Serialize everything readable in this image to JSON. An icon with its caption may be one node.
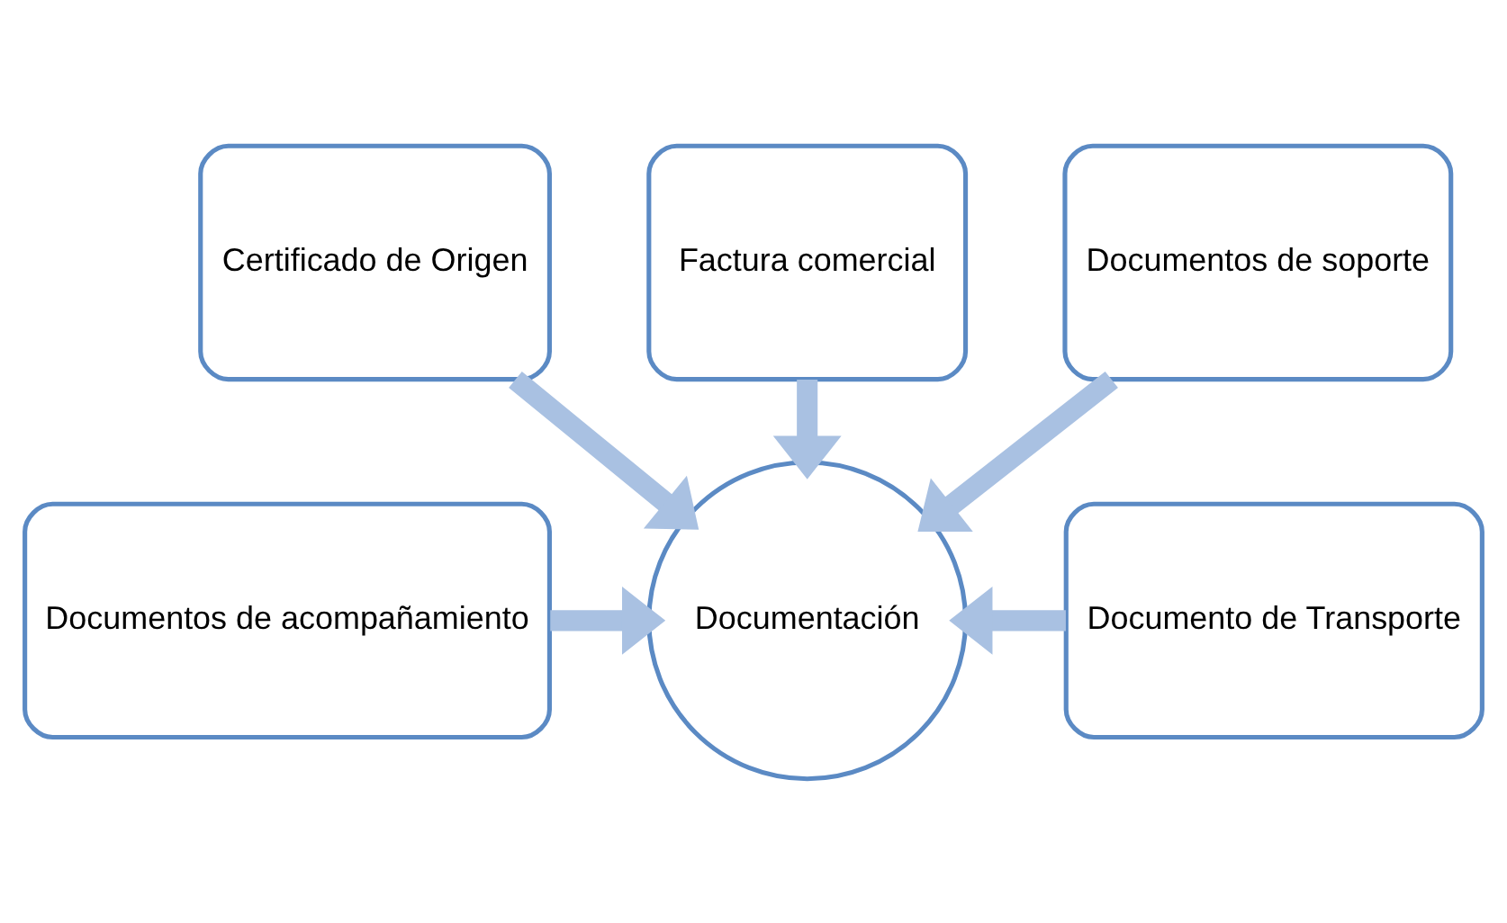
{
  "diagram": {
    "nodes": [
      {
        "text": [
          "Factura comercial"
        ]
      },
      {
        "text": [
          "Certificado de Origen"
        ]
      },
      {
        "text": [
          "Documentos de soporte"
        ]
      },
      {
        "text": [
          "Documentos de acompañamiento"
        ]
      },
      {
        "text": [
          "Documentación"
        ]
      },
      {
        "text": [
          "Documento de Transporte"
        ]
      }
    ],
    "edges": [
      {
        "from": 0,
        "to": 4,
        "arrow": "to"
      },
      {
        "from": 1,
        "to": 4,
        "arrow": "to"
      },
      {
        "from": 2,
        "to": 4,
        "arrow": "to"
      },
      {
        "from": 3,
        "to": 4,
        "arrow": "to"
      },
      {
        "from": 5,
        "to": 4,
        "arrow": "to"
      }
    ]
  }
}
